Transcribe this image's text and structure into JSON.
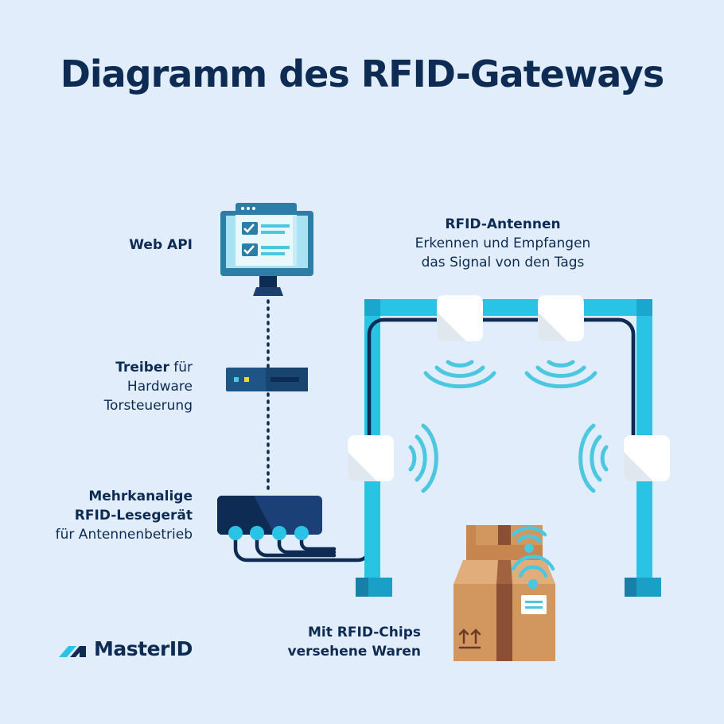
{
  "title": "Diagramm des RFID-Gateways",
  "labels": {
    "web_api": "Web API",
    "driver_bold": "Treiber",
    "driver_rest1": "für",
    "driver_rest2": "Hardware",
    "driver_rest3": "Torsteuerung",
    "reader_bold1": "Mehrkanalige",
    "reader_bold2": "RFID-Lesegerät",
    "reader_rest": "für Antennenbetrieb",
    "antennas_bold": "RFID-Antennen",
    "antennas_rest1": "Erkennen und Empfangen",
    "antennas_rest2": "das Signal von den Tags",
    "goods_bold1": "Mit RFID-Chips",
    "goods_bold2": "versehene Waren"
  },
  "brand": {
    "name": "MasterID"
  },
  "colors": {
    "navy": "#0d2b53",
    "background": "#e2edfb",
    "gate": "#29c3e6",
    "gate_dark": "#0e8fb8",
    "box": "#d2965f",
    "signal": "#4cc7e0"
  },
  "icons": [
    "monitor-icon",
    "driver-device-icon",
    "rfid-reader-icon",
    "rfid-antenna-icon",
    "signal-waves-icon",
    "package-icon",
    "wifi-icon",
    "masterid-logo-icon"
  ]
}
